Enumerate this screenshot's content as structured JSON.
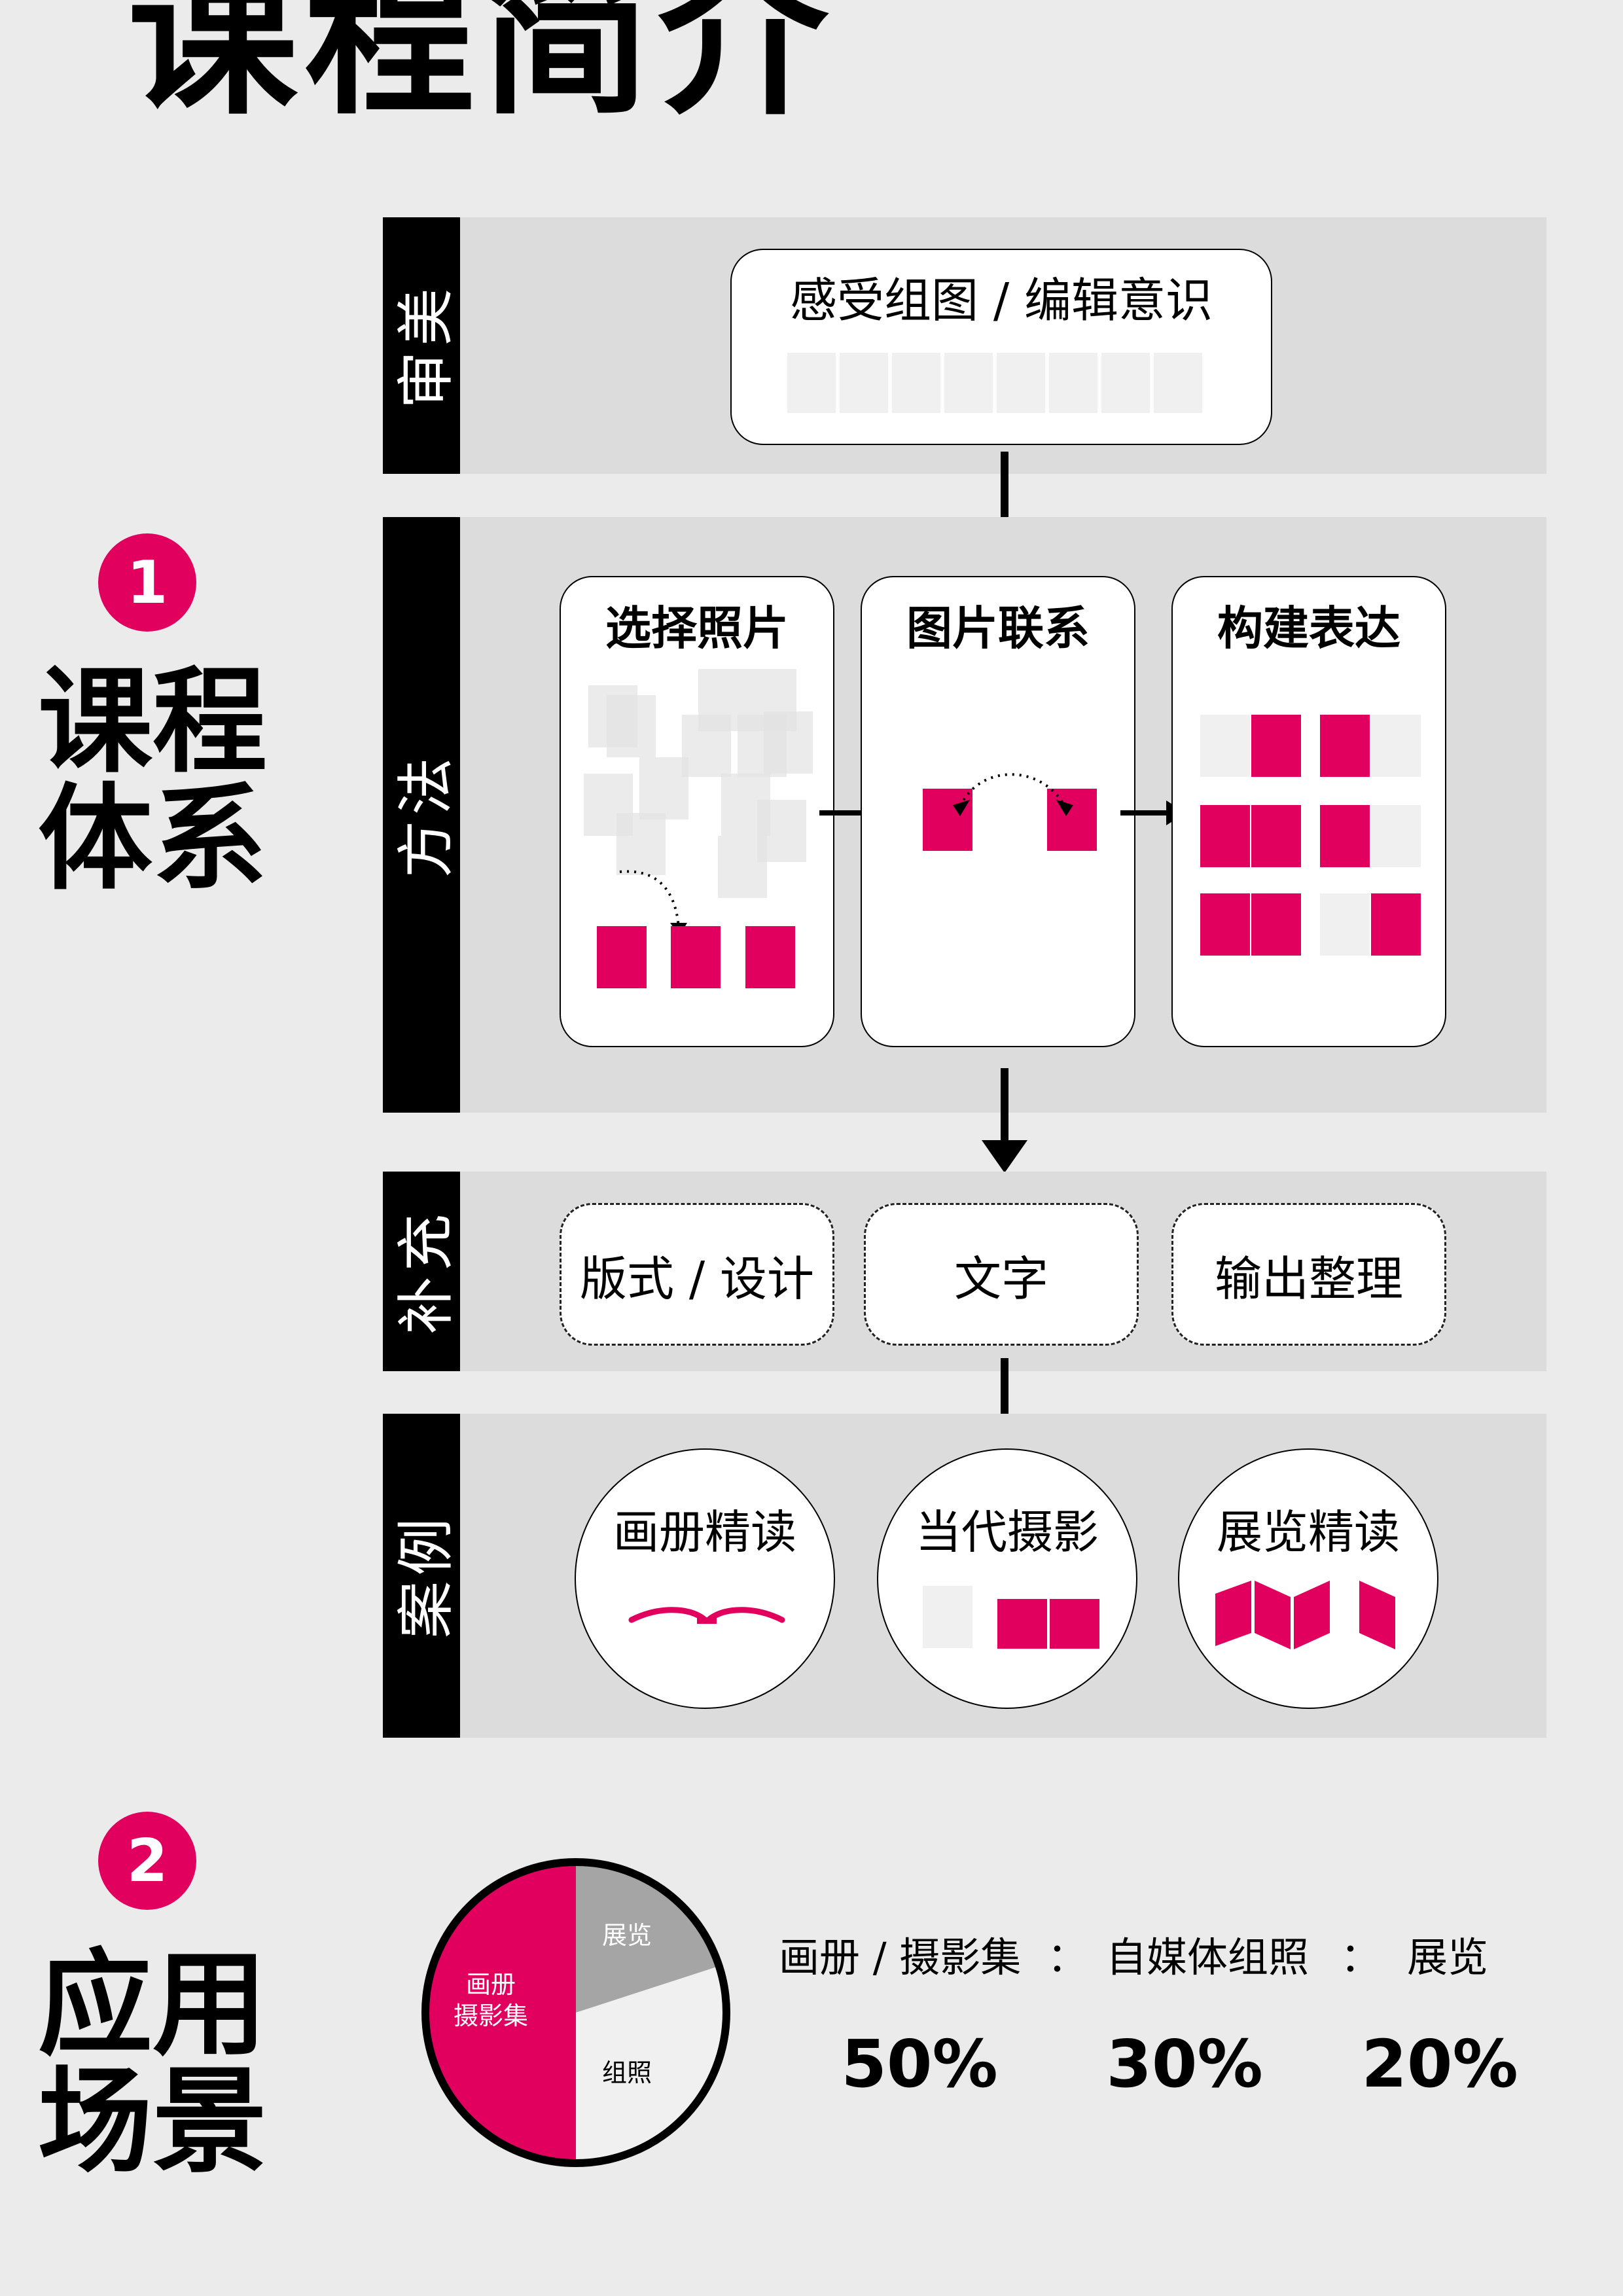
{
  "title": "课程简介",
  "section1": {
    "number": "1",
    "title_line1": "课程",
    "title_line2": "体系"
  },
  "section2": {
    "number": "2",
    "title_line1": "应用",
    "title_line2": "场景"
  },
  "bands": {
    "aesthetics": {
      "label": "审美",
      "box_text": "感受组图 / 编辑意识"
    },
    "method": {
      "label": "方法",
      "columns": [
        "选择照片",
        "图片联系",
        "构建表达"
      ]
    },
    "supplement": {
      "label": "补充",
      "items": [
        "版式 / 设计",
        "文字",
        "输出整理"
      ]
    },
    "cases": {
      "label": "案例",
      "items": [
        "画册精读",
        "当代摄影",
        "展览精读"
      ]
    }
  },
  "pie": {
    "slices": [
      {
        "label_line1": "画册",
        "label_line2": "摄影集",
        "share": 50,
        "color": "#e2005f"
      },
      {
        "label_line1": "展览",
        "label_line2": "",
        "share": 20,
        "color": "#a5a5a5"
      },
      {
        "label_line1": "组照",
        "label_line2": "",
        "share": 30,
        "color": "#f0f0f0"
      }
    ]
  },
  "legend": {
    "ratio_labels": [
      "画册 / 摄影集",
      "：",
      "自媒体组照",
      "：",
      "展览"
    ],
    "percentages": [
      "50%",
      "30%",
      "20%"
    ]
  },
  "colors": {
    "accent": "#e2005f",
    "band": "#dcdcdc",
    "background": "#ebebeb"
  }
}
